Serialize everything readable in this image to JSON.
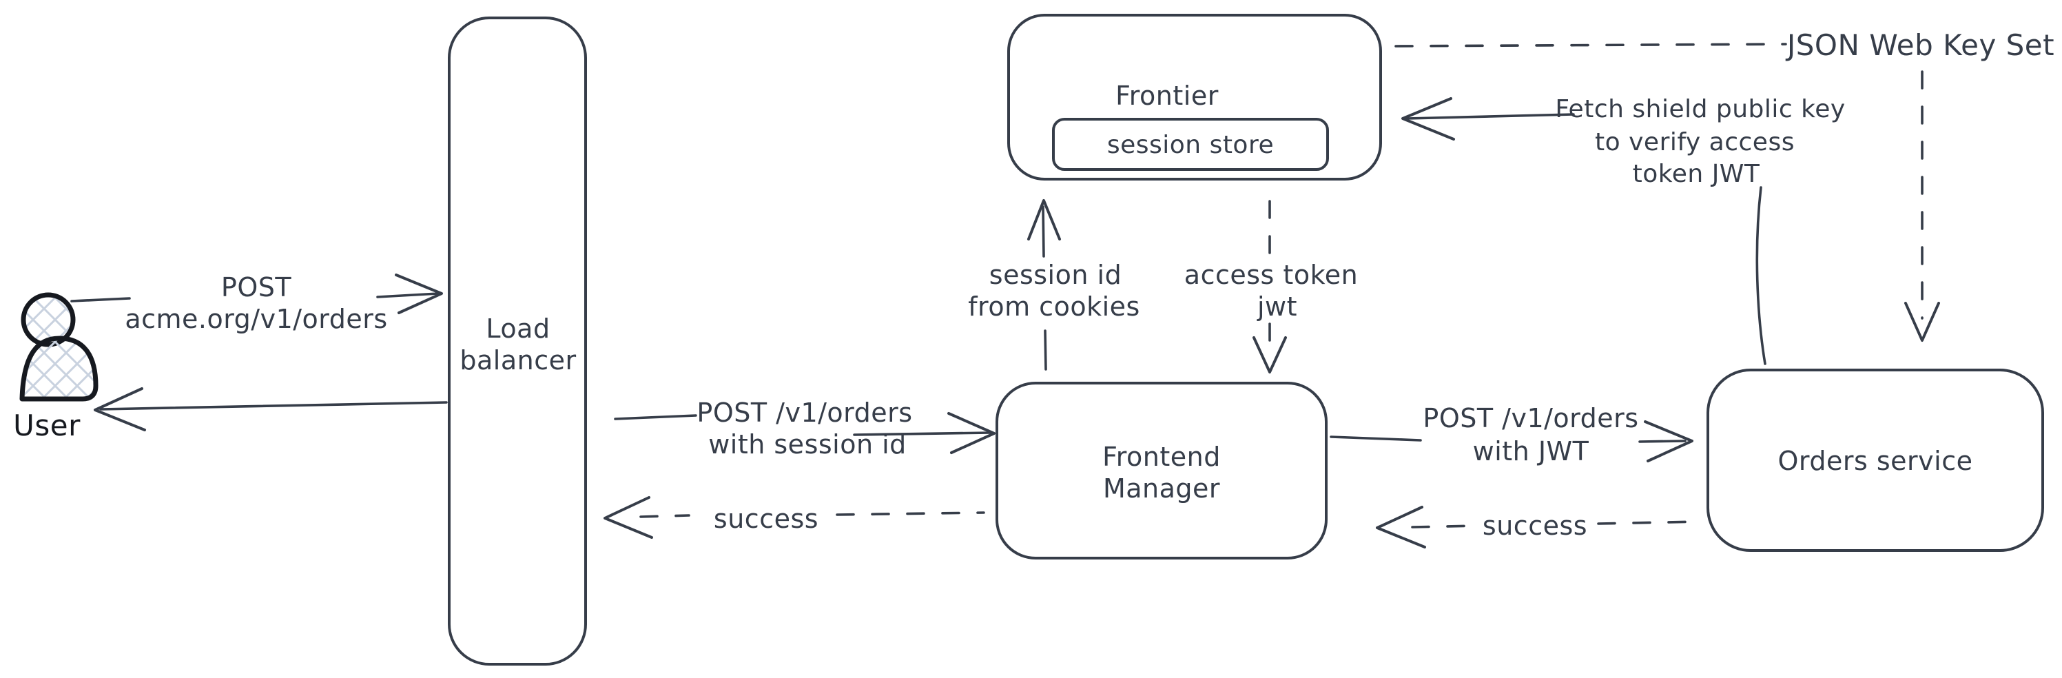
{
  "diagram": {
    "title": "Session-to-JWT order flow architecture",
    "colors": {
      "stroke": "#363d49",
      "ink": "#363d49",
      "ink_dark": "#16191f",
      "hatch": "#c9d2df",
      "background": "#ffffff"
    },
    "nodes": {
      "user": {
        "label": "User"
      },
      "load_balancer": {
        "label_line1": "Load",
        "label_line2": "balancer"
      },
      "frontier": {
        "label": "Frontier",
        "session_store_label": "session store"
      },
      "frontend_manager": {
        "label_line1": "Frontend",
        "label_line2": "Manager"
      },
      "orders_service": {
        "label": "Orders service"
      }
    },
    "edges": {
      "user_to_lb": {
        "label_line1": "POST",
        "label_line2": "acme.org/v1/orders",
        "style": "solid"
      },
      "lb_to_user": {
        "label": "",
        "style": "solid"
      },
      "lb_to_fm": {
        "label_line1": "POST /v1/orders",
        "label_line2": "with session id",
        "style": "solid"
      },
      "fm_to_lb_success": {
        "label": "success",
        "style": "dashed"
      },
      "fm_to_frontier": {
        "label_line1": "session id",
        "label_line2": "from cookies",
        "style": "solid"
      },
      "frontier_to_fm": {
        "label_line1": "access token",
        "label_line2": "jwt",
        "style": "dashed"
      },
      "fm_to_orders": {
        "label_line1": "POST /v1/orders",
        "label_line2": "with JWT",
        "style": "solid"
      },
      "orders_to_fm_success": {
        "label": "success",
        "style": "dashed"
      },
      "orders_to_frontier": {
        "label_line1": "Fetch shield public key",
        "label_line2": "to verify access",
        "label_line3": "token JWT",
        "style": "solid"
      },
      "frontier_to_jwks": {
        "label": "JSON Web Key Set",
        "style": "dashed"
      }
    }
  }
}
